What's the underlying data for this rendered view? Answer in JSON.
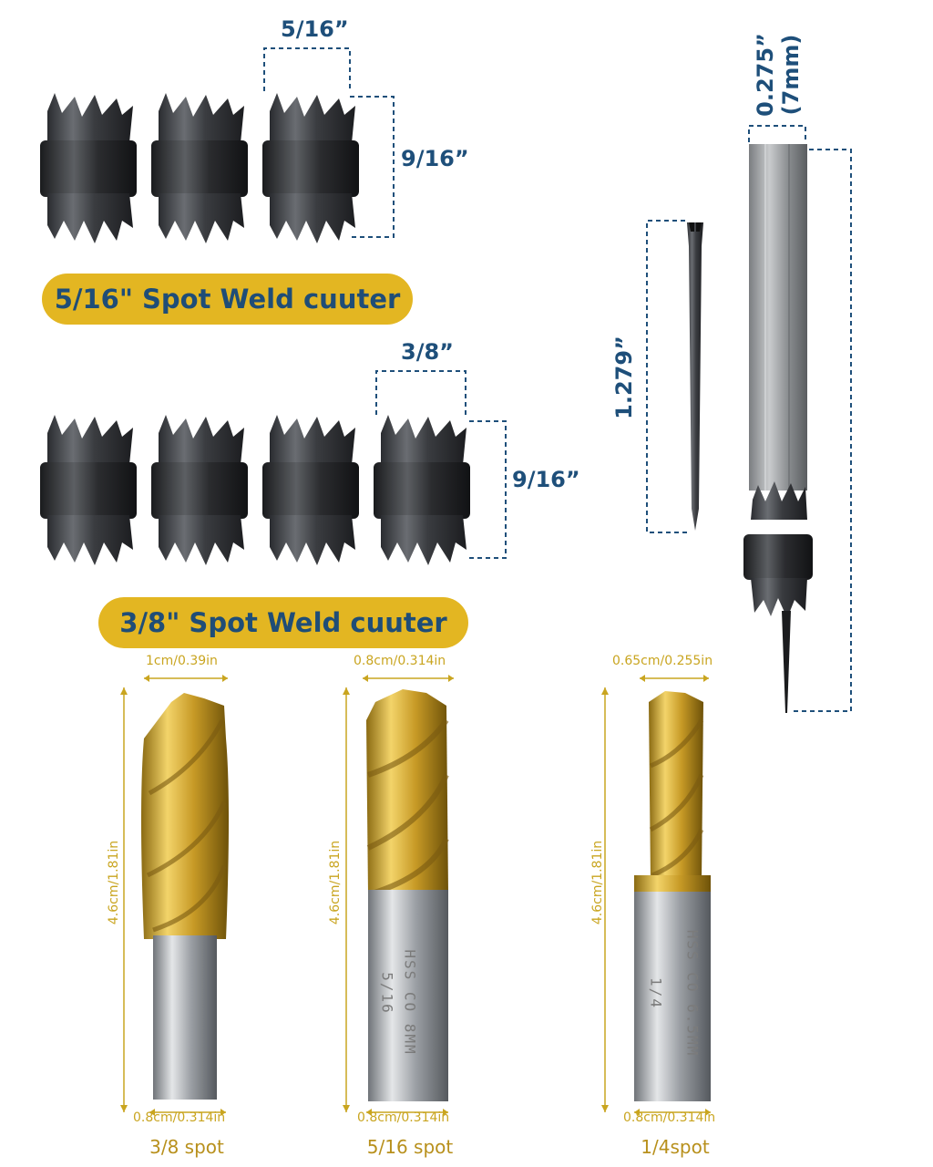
{
  "cutters_516": {
    "label": "5/16\" Spot Weld cuuter",
    "width_dim": "5/16”",
    "height_dim": "9/16”"
  },
  "cutters_38": {
    "label": "3/8\" Spot Weld cuuter",
    "width_dim": "3/8”",
    "height_dim": "9/16”"
  },
  "holder": {
    "shank_dim_1": "0.275”",
    "shank_dim_2": "(7mm)",
    "pilot_dim": "1.279”"
  },
  "drills": [
    {
      "top": "1cm/0.39in",
      "side": "4.6cm/1.81in",
      "bottom": "0.8cm/0.314in",
      "caption": "3/8 spot",
      "shank_text": ""
    },
    {
      "top": "0.8cm/0.314in",
      "side": "4.6cm/1.81in",
      "bottom": "0.8cm/0.314in",
      "caption": "5/16 spot",
      "shank_text": "HSS CO 8MM",
      "shank_text2": "5/16"
    },
    {
      "top": "0.65cm/0.255in",
      "side": "4.6cm/1.81in",
      "bottom": "0.8cm/0.314in",
      "caption": "1/4spot",
      "shank_text": "HSS CO 6.5MM",
      "shank_text2": "1/4"
    }
  ],
  "colors": {
    "blue": "#1e4f7a",
    "gold": "#e3b622",
    "dim_gold": "#c9a520"
  }
}
